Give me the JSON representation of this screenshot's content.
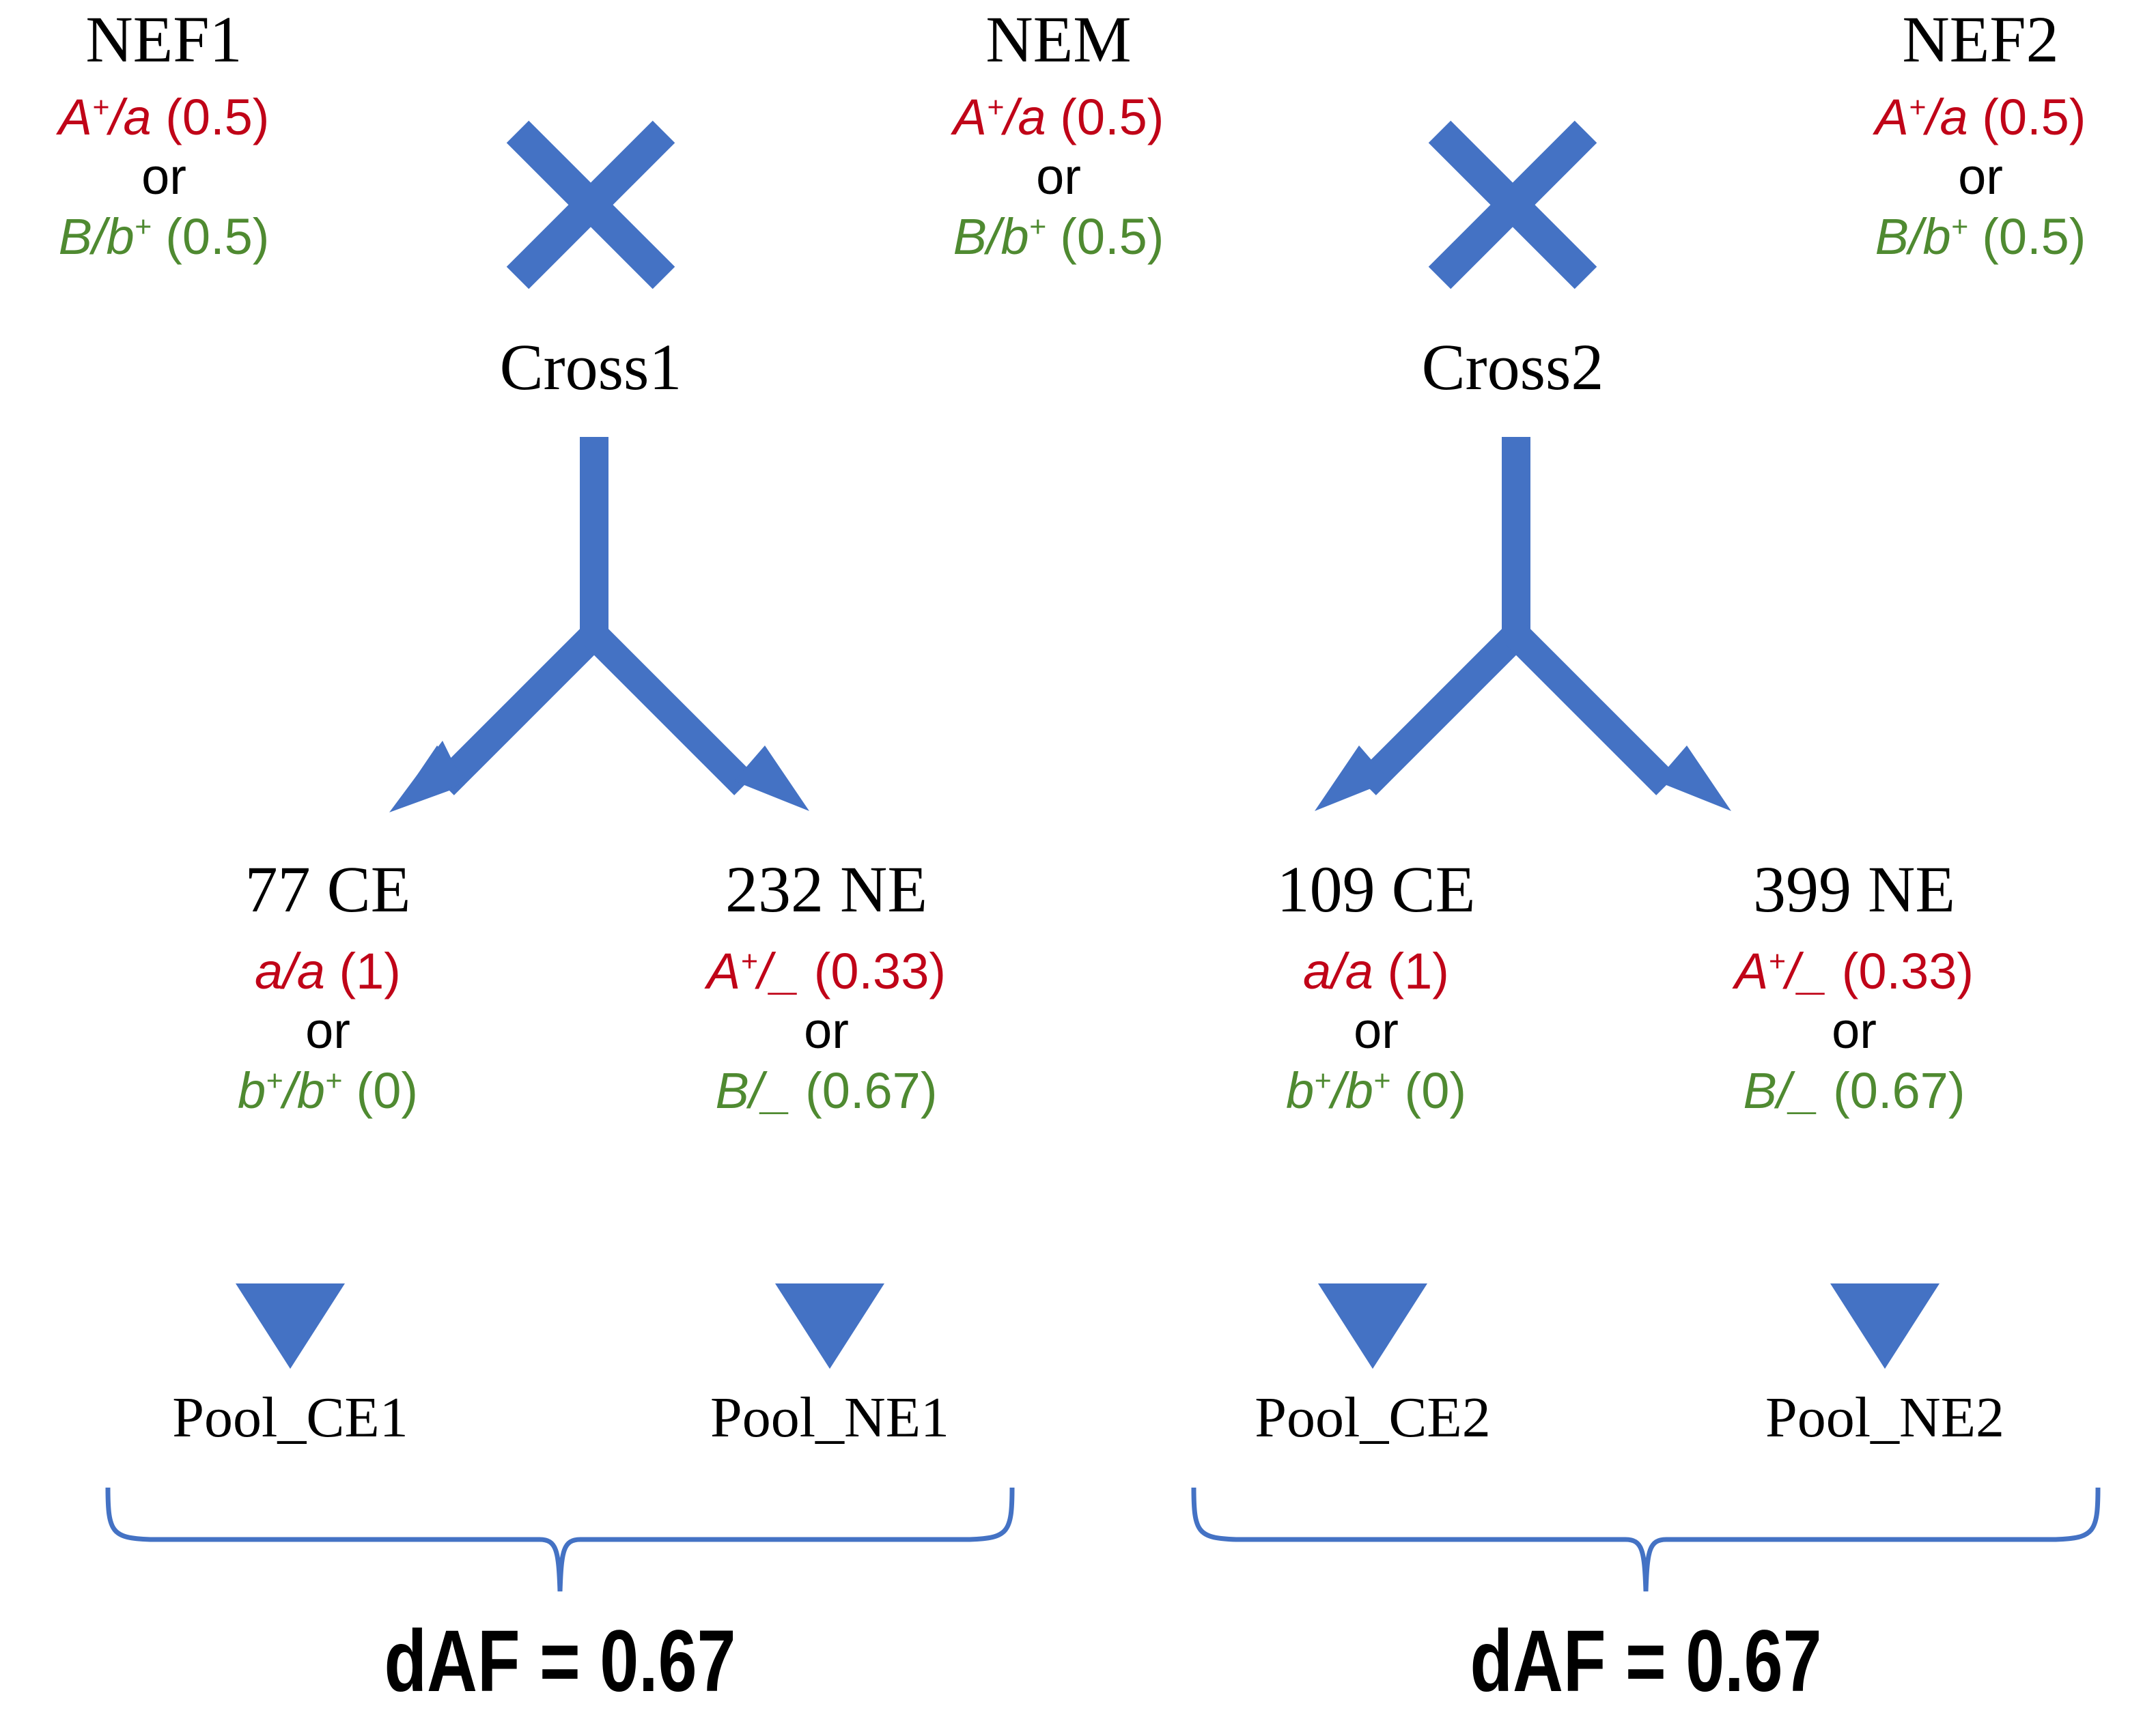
{
  "colors": {
    "blue": "#4472C4",
    "red": "#C00418",
    "green": "#4F8A31",
    "black": "#000000"
  },
  "parents": [
    {
      "name": "NEF1",
      "genotype_red": {
        "allele": "A",
        "sup": "+",
        "sep": "/",
        "allele2": "a",
        "value": "(0.5)"
      },
      "or": "or",
      "genotype_green": {
        "allele": "B",
        "sep": "/",
        "allele2": "b",
        "sup2": "+",
        "value": "(0.5)"
      }
    },
    {
      "name": "NEM",
      "genotype_red": {
        "allele": "A",
        "sup": "+",
        "sep": "/",
        "allele2": "a",
        "value": "(0.5)"
      },
      "or": "or",
      "genotype_green": {
        "allele": "B",
        "sep": "/",
        "allele2": "b",
        "sup2": "+",
        "value": "(0.5)"
      }
    },
    {
      "name": "NEF2",
      "genotype_red": {
        "allele": "A",
        "sup": "+",
        "sep": "/",
        "allele2": "a",
        "value": "(0.5)"
      },
      "or": "or",
      "genotype_green": {
        "allele": "B",
        "sep": "/",
        "allele2": "b",
        "sup2": "+",
        "value": "(0.5)"
      }
    }
  ],
  "crosses": [
    {
      "label": "Cross1"
    },
    {
      "label": "Cross2"
    }
  ],
  "offspring": [
    {
      "count_label": "77 CE",
      "genotype_red": {
        "allele": "a",
        "sep": "/",
        "allele2": "a",
        "value": "(1)"
      },
      "or": "or",
      "genotype_green": {
        "allele": "b",
        "sup": "+",
        "sep": "/",
        "allele2": "b",
        "sup2": "+",
        "value": "(0)"
      },
      "pool": "Pool_CE1"
    },
    {
      "count_label": "232 NE",
      "genotype_red": {
        "allele": "A",
        "sup": "+",
        "sep": "/",
        "allele2": "_",
        "value": "(0.33)"
      },
      "or": "or",
      "genotype_green": {
        "allele": "B",
        "sep": "/",
        "allele2": "_",
        "value": "(0.67)"
      },
      "pool": "Pool_NE1"
    },
    {
      "count_label": "109 CE",
      "genotype_red": {
        "allele": "a",
        "sep": "/",
        "allele2": "a",
        "value": "(1)"
      },
      "or": "or",
      "genotype_green": {
        "allele": "b",
        "sup": "+",
        "sep": "/",
        "allele2": "b",
        "sup2": "+",
        "value": "(0)"
      },
      "pool": "Pool_CE2"
    },
    {
      "count_label": "399 NE",
      "genotype_red": {
        "allele": "A",
        "sup": "+",
        "sep": "/",
        "allele2": "_",
        "value": "(0.33)"
      },
      "or": "or",
      "genotype_green": {
        "allele": "B",
        "sep": "/",
        "allele2": "_",
        "value": "(0.67)"
      },
      "pool": "Pool_NE2"
    }
  ],
  "results": [
    {
      "label": "dAF = 0.67"
    },
    {
      "label": "dAF = 0.67"
    }
  ]
}
